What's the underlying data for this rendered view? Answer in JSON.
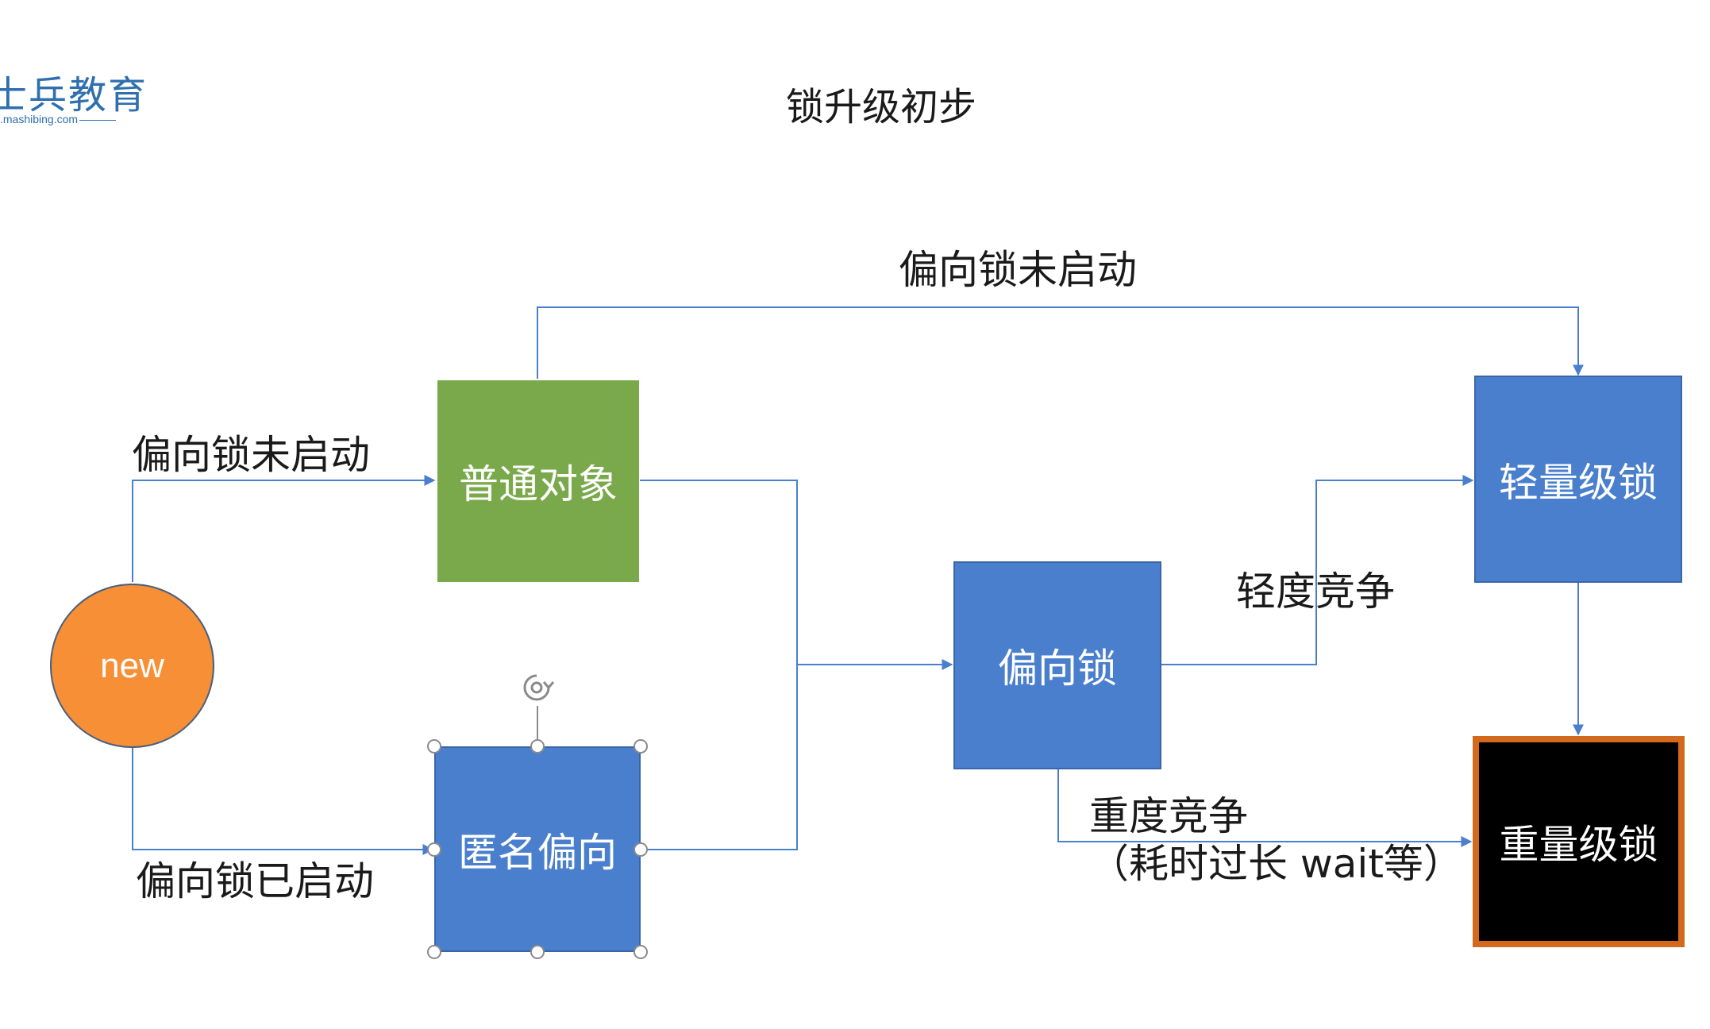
{
  "logo": {
    "text": "士兵教育",
    "url": ".mashibing.com"
  },
  "title": "锁升级初步",
  "nodes": {
    "new": "new",
    "normal_object": "普通对象",
    "anonymous_biased": "匿名偏向",
    "biased_lock": "偏向锁",
    "lightweight_lock": "轻量级锁",
    "heavyweight_lock": "重量级锁"
  },
  "edges": {
    "top_label": "偏向锁未启动",
    "new_to_normal": "偏向锁未启动",
    "new_to_anonymous": "偏向锁已启动",
    "light_contention": "轻度竞争",
    "heavy_contention_line1": "重度竞争",
    "heavy_contention_line2": "（耗时过长 wait等）"
  },
  "colors": {
    "green_box": "#79a94b",
    "blue_box": "#4a7fce",
    "orange_circle": "#f68f35",
    "heavy_border": "#d3691c",
    "connector": "#4a7fce",
    "logo": "#2f6fae"
  }
}
